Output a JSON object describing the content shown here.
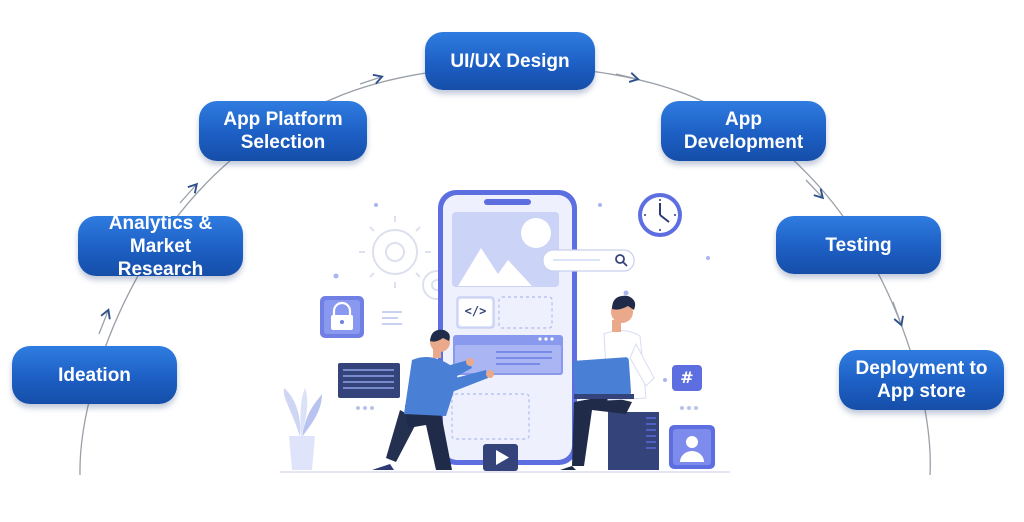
{
  "stages": [
    {
      "id": "ideation",
      "label": "Ideation"
    },
    {
      "id": "analytics",
      "label": "Analytics &\nMarket Research"
    },
    {
      "id": "platform",
      "label": "App Platform\nSelection"
    },
    {
      "id": "uiux",
      "label": "UI/UX Design"
    },
    {
      "id": "development",
      "label": "App\nDevelopment"
    },
    {
      "id": "testing",
      "label": "Testing"
    },
    {
      "id": "deployment",
      "label": "Deployment to\nApp store"
    }
  ],
  "illustration": {
    "code_icon_text": "</>",
    "hash_icon_text": "#"
  },
  "colors": {
    "stage_blue": "#1d5fc4",
    "accent_blue": "#4a7fd6",
    "phone_frame": "#5d6ee0",
    "light_lavender": "#dfe4fb",
    "arc_gray": "#9aa0a8"
  }
}
